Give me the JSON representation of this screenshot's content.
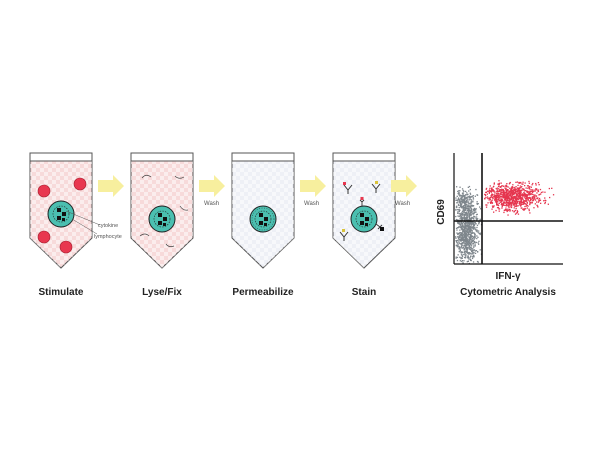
{
  "steps": [
    {
      "label": "Stimulate"
    },
    {
      "label": "Lyse/Fix"
    },
    {
      "label": "Permeabilize"
    },
    {
      "label": "Stain"
    }
  ],
  "wash_labels": [
    "Wash",
    "Wash",
    "Wash"
  ],
  "annotations": {
    "cytokine": "cytokine",
    "lymphocyte": "lymphocyte"
  },
  "plot": {
    "xlabel": "IFN-γ",
    "ylabel": "CD69",
    "caption": "Cytometric Analysis"
  },
  "colors": {
    "tube_pink": "#f7dada",
    "tube_light": "#eef0f6",
    "cell_teal": "#4bbfb0",
    "red_cell": "#e8374f",
    "arrow": "#f7ef9e",
    "scatter_gray": "#7e868c",
    "scatter_red": "#e5354e"
  }
}
